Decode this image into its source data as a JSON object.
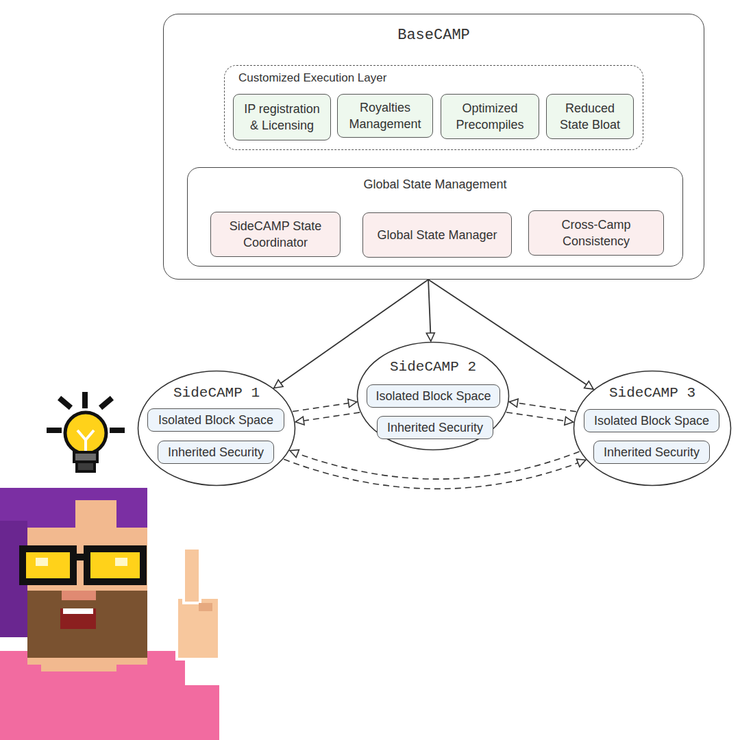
{
  "diagram": {
    "nodes": [
      {
        "text": [
          "BaseCAMP"
        ]
      },
      {
        "text": [
          "Customized Execution Layer"
        ],
        "in": 0
      },
      {
        "text": [
          "IP registration & Licensing"
        ],
        "in": 1
      },
      {
        "text": [
          "Royalties Management"
        ],
        "in": 1
      },
      {
        "text": [
          "Optimized Precompiles"
        ],
        "in": 1
      },
      {
        "text": [
          "Reduced State Bloat"
        ],
        "in": 1
      },
      {
        "text": [
          "Global State Management"
        ],
        "in": 0
      },
      {
        "text": [
          "SideCAMP State Coordinator"
        ],
        "in": 6
      },
      {
        "text": [
          "Global State Manager"
        ],
        "in": 6
      },
      {
        "text": [
          "Cross-Camp Consistency"
        ],
        "in": 6
      },
      {
        "text": [
          "SideCAMP 1"
        ]
      },
      {
        "text": [
          "Isolated Block Space"
        ],
        "in": 10
      },
      {
        "text": [
          "Inherited Security"
        ],
        "in": 10
      },
      {
        "text": [
          "SideCAMP 2"
        ]
      },
      {
        "text": [
          "Isolated Block Space"
        ],
        "in": 13
      },
      {
        "text": [
          "Inherited Security"
        ],
        "in": 13
      },
      {
        "text": [
          "SideCAMP 3"
        ]
      },
      {
        "text": [
          "Isolated Block Space"
        ],
        "in": 16
      },
      {
        "text": [
          "Inherited Security"
        ],
        "in": 16
      }
    ],
    "edges": [
      {
        "from": 0,
        "to": 10,
        "arrow": "to"
      },
      {
        "from": 0,
        "to": 13,
        "arrow": "to"
      },
      {
        "from": 0,
        "to": 16,
        "arrow": "to"
      },
      {
        "from": 10,
        "to": 13,
        "arrow": "to"
      },
      {
        "from": 13,
        "to": 10,
        "arrow": "to"
      },
      {
        "from": 16,
        "to": 13,
        "arrow": "to"
      },
      {
        "from": 13,
        "to": 16,
        "arrow": "to"
      },
      {
        "from": 16,
        "to": 10,
        "arrow": "to"
      },
      {
        "from": 10,
        "to": 16,
        "arrow": "to"
      }
    ]
  }
}
